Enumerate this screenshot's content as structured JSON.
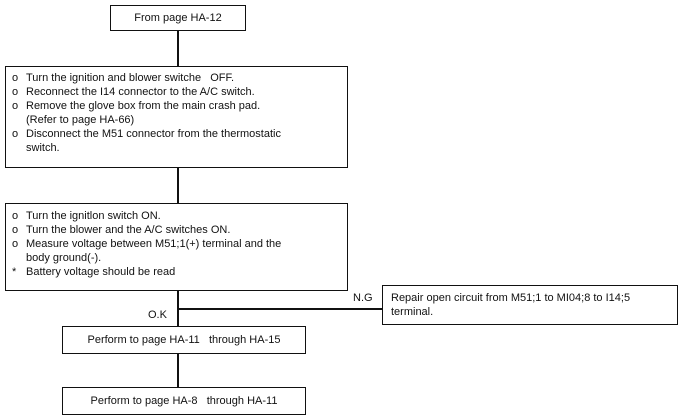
{
  "start_box": {
    "text": "From page HA-12"
  },
  "step1": {
    "items": [
      {
        "marker": "o",
        "lines": [
          "Turn the ignition and blower switche   OFF."
        ]
      },
      {
        "marker": "o",
        "lines": [
          "Reconnect the I14 connector to the A/C switch."
        ]
      },
      {
        "marker": "o",
        "lines": [
          "Remove the glove box from the main crash pad.",
          "(Refer to page HA-66)"
        ]
      },
      {
        "marker": "o",
        "lines": [
          "Disconnect the M51 connector from the thermostatic",
          "switch."
        ]
      }
    ]
  },
  "step2": {
    "items": [
      {
        "marker": "o",
        "lines": [
          "Turn the ignitlon switch ON."
        ]
      },
      {
        "marker": "o",
        "lines": [
          "Turn the blower and the A/C switches ON."
        ]
      },
      {
        "marker": "o",
        "lines": [
          "Measure voltage between M51;1(+) terminal and the",
          "body ground(-)."
        ]
      },
      {
        "marker": "*",
        "lines": [
          "Battery voltage should be read"
        ]
      }
    ]
  },
  "branch": {
    "ok_label": "O.K",
    "ng_label": "N.G"
  },
  "repair_box": {
    "lines": [
      "Repair open circuit from M51;1 to MI04;8 to I14;5",
      "terminal."
    ]
  },
  "perform1": {
    "text": "Perform to page HA-11   through HA-15"
  },
  "perform2": {
    "text": "Perform to page HA-8   through HA-11"
  }
}
